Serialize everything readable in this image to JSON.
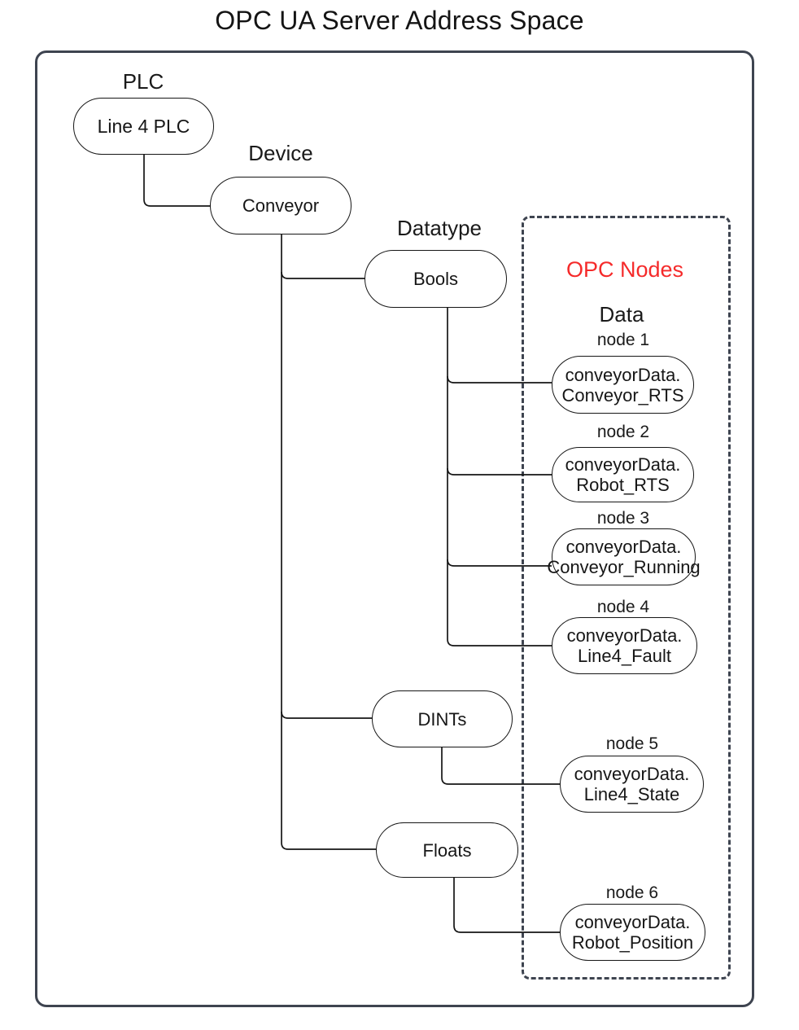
{
  "title": "OPC UA Server Address Space",
  "colors": {
    "frame_stroke": "#3e4450",
    "shape_stroke": "#161616",
    "opc_title_red": "#f52a2a",
    "background": "#ffffff"
  },
  "tree": {
    "plc": {
      "label": "PLC",
      "node": "Line 4 PLC"
    },
    "device": {
      "label": "Device",
      "node": "Conveyor"
    },
    "datatype": {
      "label": "Datatype",
      "types": [
        {
          "name": "Bools"
        },
        {
          "name": "DINTs"
        },
        {
          "name": "Floats"
        }
      ]
    }
  },
  "opc_panel": {
    "title": "OPC Nodes",
    "subtitle": "Data",
    "nodes": [
      {
        "label": "node 1",
        "line1": "conveyorData.",
        "line2": "Conveyor_RTS"
      },
      {
        "label": "node 2",
        "line1": "conveyorData.",
        "line2": "Robot_RTS"
      },
      {
        "label": "node 3",
        "line1": "conveyorData.",
        "line2": "Conveyor_Running"
      },
      {
        "label": "node 4",
        "line1": "conveyorData.",
        "line2": "Line4_Fault"
      },
      {
        "label": "node 5",
        "line1": "conveyorData.",
        "line2": "Line4_State"
      },
      {
        "label": "node 6",
        "line1": "conveyorData.",
        "line2": "Robot_Position"
      }
    ]
  }
}
